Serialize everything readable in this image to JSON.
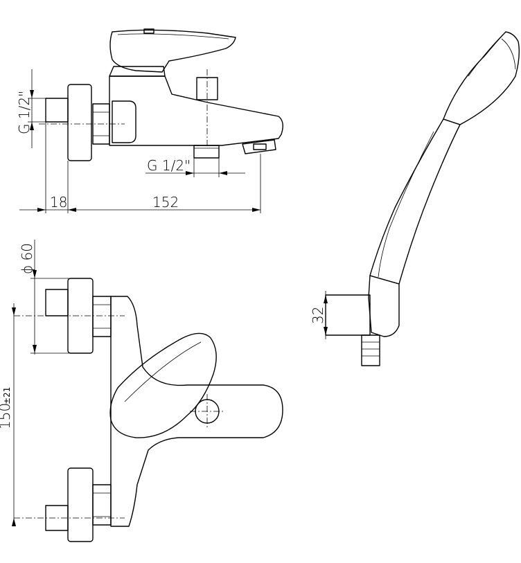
{
  "dimensions": {
    "thread_side": "G 1/2\"",
    "thread_bottom": "G 1/2\"",
    "dim_18": "18",
    "dim_152": "152",
    "dim_diameter": "ϕ 60",
    "dim_150": "150",
    "dim_150_tol": "±21",
    "dim_32": "32"
  }
}
